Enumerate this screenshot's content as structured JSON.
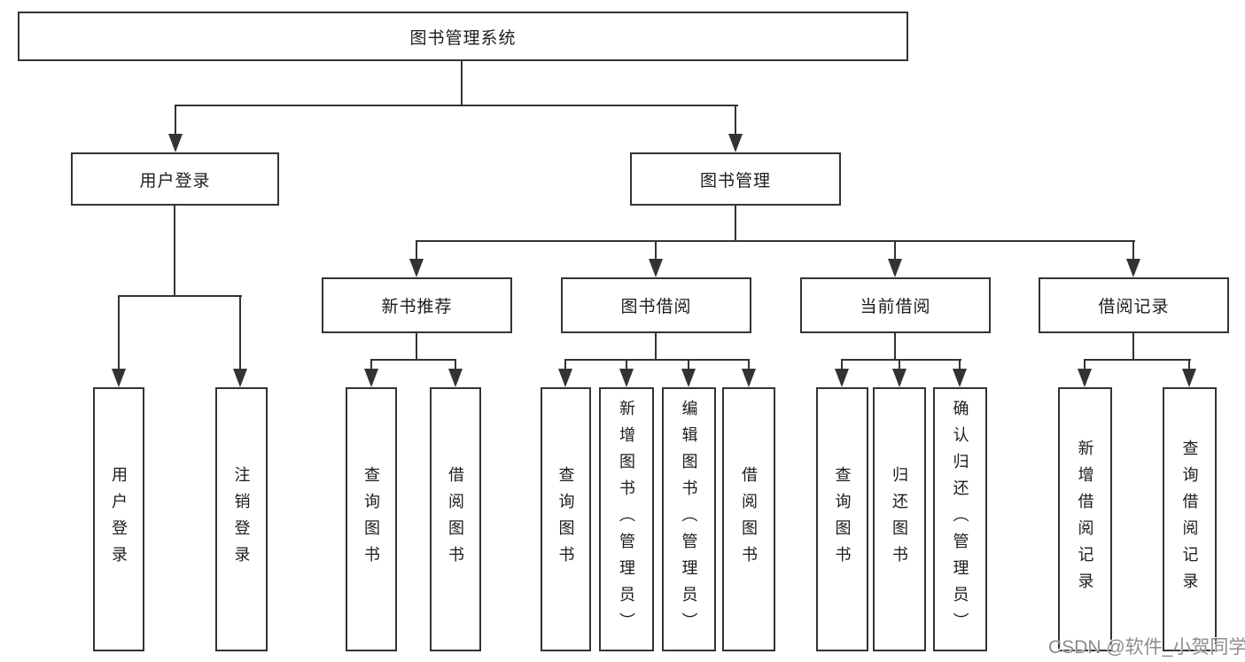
{
  "diagram": {
    "title": "图书管理系统",
    "watermark": "CSDN @软件_小贺同学",
    "colors": {
      "line": "#333333",
      "box_border": "#333333",
      "text": "#1c1c1c",
      "background": "#ffffff",
      "watermark": "#8d8d8d"
    },
    "root": {
      "label": "图书管理系统"
    },
    "branches": [
      {
        "label": "用户登录",
        "children": [
          {
            "label": "用户登录"
          },
          {
            "label": "注销登录"
          }
        ]
      },
      {
        "label": "图书管理",
        "children": [
          {
            "label": "新书推荐",
            "children": [
              {
                "label": "查询图书"
              },
              {
                "label": "借阅图书"
              }
            ]
          },
          {
            "label": "图书借阅",
            "children": [
              {
                "label": "查询图书"
              },
              {
                "label": "新增图书（管理员）"
              },
              {
                "label": "编辑图书（管理员）"
              },
              {
                "label": "借阅图书"
              }
            ]
          },
          {
            "label": "当前借阅",
            "children": [
              {
                "label": "查询图书"
              },
              {
                "label": "归还图书"
              },
              {
                "label": "确认归还（管理员）"
              }
            ]
          },
          {
            "label": "借阅记录",
            "children": [
              {
                "label": "新增借阅记录"
              },
              {
                "label": "查询借阅记录"
              }
            ]
          }
        ]
      }
    ]
  }
}
